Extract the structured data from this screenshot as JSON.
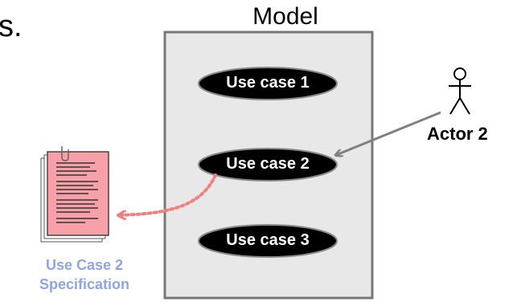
{
  "leading_text_fragment": "s.",
  "model": {
    "title": "Model"
  },
  "use_cases": [
    {
      "label": "Use case 1"
    },
    {
      "label": "Use case 2"
    },
    {
      "label": "Use case 3"
    }
  ],
  "actor": {
    "label": "Actor 2"
  },
  "document": {
    "line1": "Use Case 2",
    "line2": "Specification"
  },
  "colors": {
    "model_fill": "#e8e8e8",
    "model_border": "#777777",
    "use_case_fill": "#000000",
    "use_case_text": "#ffffff",
    "association_arrow": "#808080",
    "dependency_arrow": "#f08080",
    "document_fill": "#f8a0a8",
    "document_label": "#8ea4e8"
  },
  "icons": {
    "actor": "stick-figure-icon",
    "document": "document-stack-icon"
  }
}
